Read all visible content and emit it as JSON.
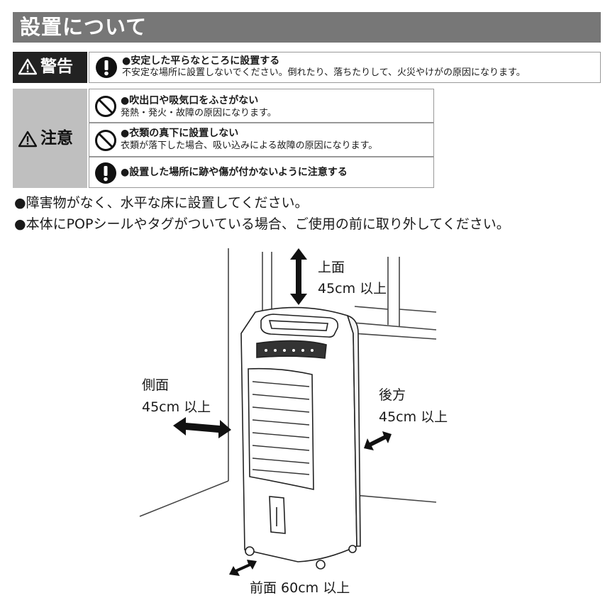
{
  "title": "設置について",
  "warning": {
    "label": "警告",
    "items": [
      {
        "icon": "exclamation-icon",
        "heading": "●安定した平らなところに設置する",
        "body": "不安定な場所に設置しないでください。倒れたり、落ちたりして、火災やけがの原因になります。"
      }
    ]
  },
  "caution": {
    "label": "注意",
    "items": [
      {
        "icon": "prohibited-icon",
        "heading": "●吹出口や吸気口をふさがない",
        "body": "発熱・発火・故障の原因になります。"
      },
      {
        "icon": "prohibited-icon",
        "heading": "●衣類の真下に設置しない",
        "body": "衣類が落下した場合、吸い込みによる故障の原因になります。"
      },
      {
        "icon": "exclamation-icon",
        "heading": "●設置した場所に跡や傷が付かないように注意する",
        "body": ""
      }
    ]
  },
  "notes": [
    "●障害物がなく、水平な床に設置してください。",
    "●本体にPOPシールやタグがついている場合、ご使用の前に取り外してください。"
  ],
  "diagram": {
    "top": {
      "line1": "上面",
      "line2": "45cm 以上"
    },
    "side": {
      "line1": "側面",
      "line2": "45cm 以上"
    },
    "back": {
      "line1": "後方",
      "line2": "45cm 以上"
    },
    "front": {
      "line1": "前面 60cm 以上"
    }
  },
  "colors": {
    "title_bar": "#777777",
    "warning_label": "#222222",
    "caution_label": "#bfbfbf"
  }
}
